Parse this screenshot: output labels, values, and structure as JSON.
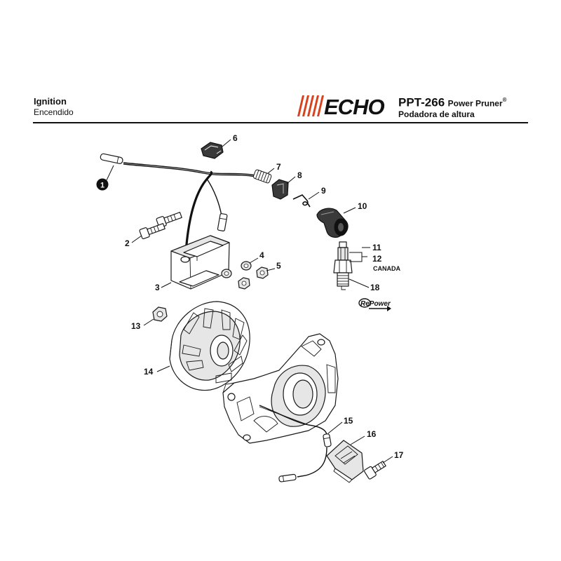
{
  "header": {
    "title_en": "Ignition",
    "title_es": "Encendido",
    "brand_logo_text": "ECHO",
    "model_code": "PPT-266",
    "model_name": "Power Pruner",
    "model_name_mark": "®",
    "model_name_es": "Podadora de altura"
  },
  "callouts": {
    "c1": "1",
    "c2": "2",
    "c3": "3",
    "c4": "4",
    "c5": "5",
    "c6": "6",
    "c7": "7",
    "c8": "8",
    "c9": "9",
    "c10": "10",
    "c11": "11",
    "c12": "12",
    "c12_note": "CANADA",
    "c13": "13",
    "c14": "14",
    "c15": "15",
    "c16": "16",
    "c17": "17",
    "c18": "18"
  },
  "repower_logo_text": "RePower",
  "colors": {
    "ink": "#111111",
    "brand_red": "#d9411e",
    "page_bg": "#ffffff"
  }
}
